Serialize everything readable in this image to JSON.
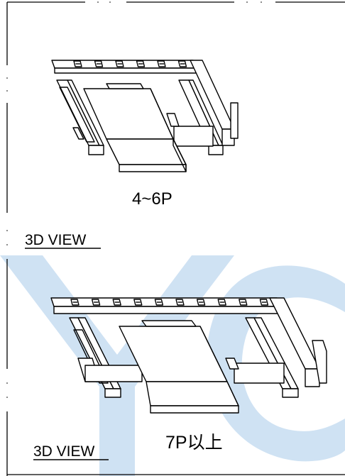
{
  "colors": {
    "watermark": "#cfe2f3",
    "ink": "#000000",
    "background": "#ffffff"
  },
  "top_part": {
    "caption": "4~6P",
    "view_label": "3D VIEW",
    "pin_slots": 6
  },
  "bottom_part": {
    "caption": "7P以上",
    "view_label": "3D VIEW",
    "pin_slots": 10
  },
  "watermark": {
    "text": "YC"
  }
}
